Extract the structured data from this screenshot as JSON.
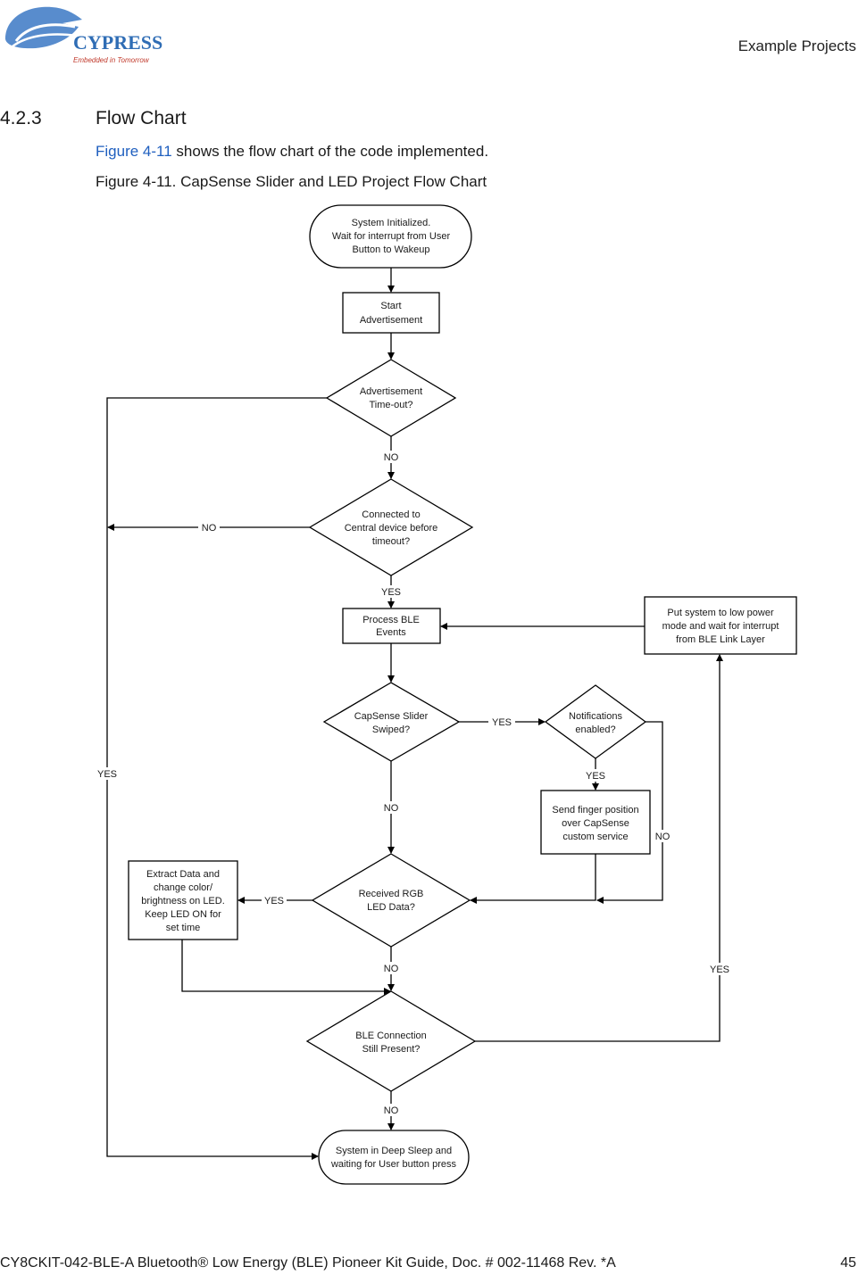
{
  "header": {
    "logo_text": "CYPRESS",
    "logo_tagline": "Embedded in Tomorrow",
    "section_label": "Example Projects"
  },
  "section": {
    "number": "4.2.3",
    "title": "Flow Chart",
    "intro_ref": "Figure 4-11",
    "intro_rest": " shows the flow chart of the code implemented.",
    "figure_caption": "Figure 4-11.  CapSense Slider and LED Project Flow Chart"
  },
  "flowchart": {
    "nodes": {
      "start": [
        "System Initialized.",
        "Wait for interrupt from User",
        "Button to Wakeup"
      ],
      "start_adv": [
        "Start",
        "Advertisement"
      ],
      "adv_timeout": [
        "Advertisement",
        "Time-out?"
      ],
      "connected": [
        "Connected to",
        "Central device before",
        "timeout?"
      ],
      "process_ble": [
        "Process BLE",
        "Events"
      ],
      "low_power": [
        "Put system to low power",
        "mode and wait for interrupt",
        "from BLE Link Layer"
      ],
      "slider_swiped": [
        "CapSense Slider",
        "Swiped?"
      ],
      "notif_enabled": [
        "Notifications",
        "enabled?"
      ],
      "send_finger": [
        "Send finger position",
        "over CapSense",
        "custom service"
      ],
      "received_rgb": [
        "Received RGB",
        "LED Data?"
      ],
      "extract_data": [
        "Extract Data and",
        "change color/",
        "brightness on LED.",
        "Keep LED ON for",
        "set time"
      ],
      "ble_present": [
        "BLE Connection",
        "Still Present?"
      ],
      "deep_sleep": [
        "System in Deep Sleep and",
        "waiting for User button press"
      ]
    },
    "labels": {
      "adv_no": "NO",
      "conn_no": "NO",
      "conn_yes": "YES",
      "timeout_yes": "YES",
      "swiped_yes": "YES",
      "swiped_no": "NO",
      "notif_yes": "YES",
      "notif_no": "NO",
      "rgb_yes": "YES",
      "rgb_no": "NO",
      "ble_yes": "YES",
      "ble_no": "NO"
    }
  },
  "footer": {
    "left": "CY8CKIT-042-BLE-A Bluetooth® Low Energy (BLE) Pioneer Kit Guide, Doc. # 002-11468 Rev. *A",
    "page_number": "45"
  },
  "colors": {
    "logo_blue": "#2f6db5",
    "logo_red": "#c0392b",
    "link_blue": "#1f5fbf"
  }
}
